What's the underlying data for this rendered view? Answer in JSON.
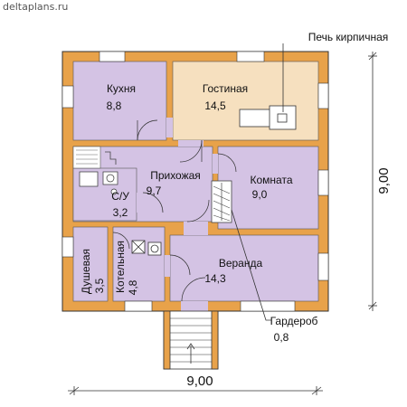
{
  "site": "deltaplans.ru",
  "colors": {
    "wall": "#e8a24a",
    "wall_stroke": "#333333",
    "room_purple": "#d4c3e4",
    "room_beige": "#f6e0bf",
    "text": "#111111"
  },
  "rooms": {
    "kitchen": {
      "name": "Кухня",
      "area": "8,8"
    },
    "living": {
      "name": "Гостиная",
      "area": "14,5"
    },
    "hall": {
      "name": "Прихожая",
      "area": "9,7"
    },
    "room": {
      "name": "Комната",
      "area": "9,0"
    },
    "bath": {
      "name": "С/У",
      "area": "3,2"
    },
    "shower": {
      "name": "Душевая",
      "area": "3,5"
    },
    "boiler": {
      "name": "Котельная",
      "area": "4,8"
    },
    "veranda": {
      "name": "Веранда",
      "area": "14,3"
    }
  },
  "annotations": {
    "stove": "Печь кирпичная",
    "wardrobe": "Гардероб",
    "wardrobe_area": "0,8"
  },
  "dimensions": {
    "width": "9,00",
    "height": "9,00"
  }
}
